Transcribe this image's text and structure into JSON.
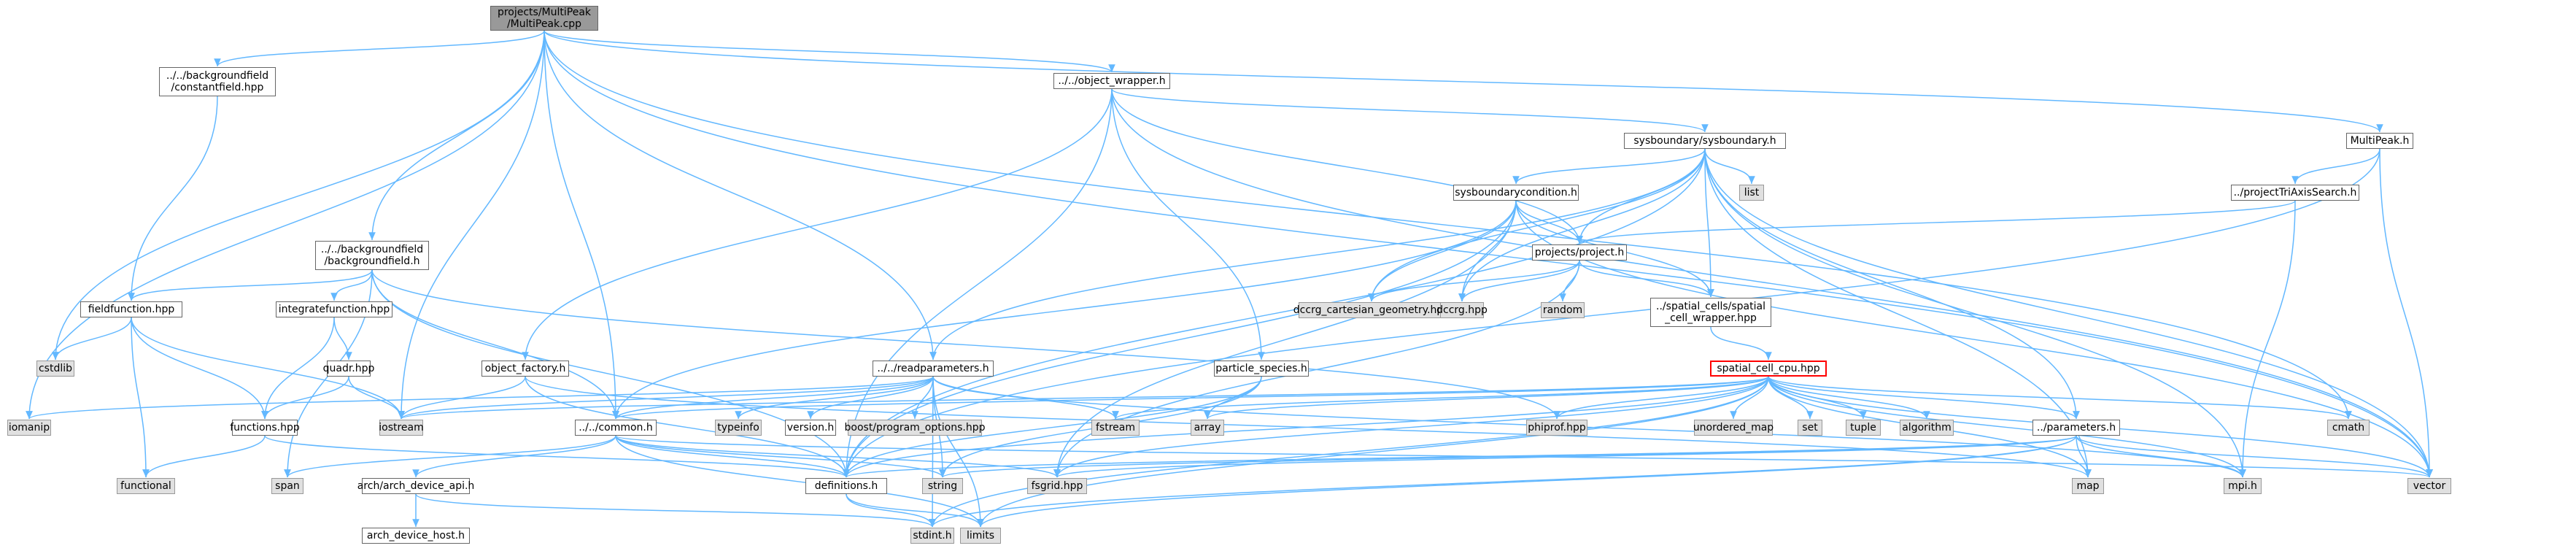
{
  "graph": {
    "nodes": [
      {
        "id": "root",
        "label": "projects/MultiPeak\n/MultiPeak.cpp",
        "style": "root"
      },
      {
        "id": "constantfield",
        "label": "../../backgroundfield\n/constantfield.hpp",
        "style": "normal"
      },
      {
        "id": "object_wrapper",
        "label": "../../object_wrapper.h",
        "style": "normal"
      },
      {
        "id": "multipeak_h",
        "label": "MultiPeak.h",
        "style": "normal"
      },
      {
        "id": "sysboundary",
        "label": "sysboundary/sysboundary.h",
        "style": "normal"
      },
      {
        "id": "list",
        "label": "list",
        "style": "sys"
      },
      {
        "id": "sysboundarycondition",
        "label": "sysboundarycondition.h",
        "style": "normal"
      },
      {
        "id": "projecttriaxis",
        "label": "../projectTriAxisSearch.h",
        "style": "normal"
      },
      {
        "id": "backgroundfield",
        "label": "../../backgroundfield\n/backgroundfield.h",
        "style": "normal"
      },
      {
        "id": "project_h",
        "label": "projects/project.h",
        "style": "normal"
      },
      {
        "id": "fieldfunction",
        "label": "fieldfunction.hpp",
        "style": "normal"
      },
      {
        "id": "integratefunction",
        "label": "integratefunction.hpp",
        "style": "normal"
      },
      {
        "id": "dccrg_cart",
        "label": "dccrg_cartesian_geometry.hpp",
        "style": "sys"
      },
      {
        "id": "dccrg",
        "label": "dccrg.hpp",
        "style": "sys"
      },
      {
        "id": "random",
        "label": "random",
        "style": "sys"
      },
      {
        "id": "spatial_wrapper",
        "label": "../spatial_cells/spatial\n_cell_wrapper.hpp",
        "style": "normal"
      },
      {
        "id": "cstdlib",
        "label": "cstdlib",
        "style": "sys"
      },
      {
        "id": "quadr",
        "label": "quadr.hpp",
        "style": "normal"
      },
      {
        "id": "object_factory",
        "label": "object_factory.h",
        "style": "normal"
      },
      {
        "id": "readparameters",
        "label": "../../readparameters.h",
        "style": "normal"
      },
      {
        "id": "particle_species",
        "label": "particle_species.h",
        "style": "normal"
      },
      {
        "id": "spatial_cell_cpu",
        "label": "spatial_cell_cpu.hpp",
        "style": "red"
      },
      {
        "id": "iomanip",
        "label": "iomanip",
        "style": "sys"
      },
      {
        "id": "functions",
        "label": "functions.hpp",
        "style": "normal"
      },
      {
        "id": "iostream",
        "label": "iostream",
        "style": "sys"
      },
      {
        "id": "common",
        "label": "../../common.h",
        "style": "normal"
      },
      {
        "id": "typeinfo",
        "label": "typeinfo",
        "style": "sys"
      },
      {
        "id": "version",
        "label": "version.h",
        "style": "normal"
      },
      {
        "id": "boost_po",
        "label": "boost/program_options.hpp",
        "style": "sys"
      },
      {
        "id": "fstream",
        "label": "fstream",
        "style": "sys"
      },
      {
        "id": "array",
        "label": "array",
        "style": "sys"
      },
      {
        "id": "phiprof",
        "label": "phiprof.hpp",
        "style": "sys"
      },
      {
        "id": "unordered_map",
        "label": "unordered_map",
        "style": "sys"
      },
      {
        "id": "set",
        "label": "set",
        "style": "sys"
      },
      {
        "id": "tuple",
        "label": "tuple",
        "style": "sys"
      },
      {
        "id": "algorithm",
        "label": "algorithm",
        "style": "sys"
      },
      {
        "id": "parameters",
        "label": "../parameters.h",
        "style": "normal"
      },
      {
        "id": "cmath",
        "label": "cmath",
        "style": "sys"
      },
      {
        "id": "functional",
        "label": "functional",
        "style": "sys"
      },
      {
        "id": "span",
        "label": "span",
        "style": "sys"
      },
      {
        "id": "arch_device_api",
        "label": "arch/arch_device_api.h",
        "style": "normal"
      },
      {
        "id": "definitions",
        "label": "definitions.h",
        "style": "normal"
      },
      {
        "id": "string",
        "label": "string",
        "style": "sys"
      },
      {
        "id": "fsgrid",
        "label": "fsgrid.hpp",
        "style": "sys"
      },
      {
        "id": "map",
        "label": "map",
        "style": "sys"
      },
      {
        "id": "mpi",
        "label": "mpi.h",
        "style": "sys"
      },
      {
        "id": "vector",
        "label": "vector",
        "style": "sys"
      },
      {
        "id": "arch_device_host",
        "label": "arch_device_host.h",
        "style": "normal"
      },
      {
        "id": "stdint",
        "label": "stdint.h",
        "style": "sys"
      },
      {
        "id": "limits",
        "label": "limits",
        "style": "sys"
      }
    ],
    "edges": [
      [
        "root",
        "constantfield"
      ],
      [
        "root",
        "object_wrapper"
      ],
      [
        "root",
        "multipeak_h"
      ],
      [
        "root",
        "backgroundfield"
      ],
      [
        "root",
        "cstdlib"
      ],
      [
        "root",
        "iomanip"
      ],
      [
        "root",
        "iostream"
      ],
      [
        "root",
        "common"
      ],
      [
        "root",
        "readparameters"
      ],
      [
        "root",
        "cmath"
      ],
      [
        "root",
        "vector"
      ],
      [
        "constantfield",
        "fieldfunction"
      ],
      [
        "object_wrapper",
        "sysboundary"
      ],
      [
        "object_wrapper",
        "object_factory"
      ],
      [
        "object_wrapper",
        "particle_species"
      ],
      [
        "object_wrapper",
        "definitions"
      ],
      [
        "object_wrapper",
        "project_h"
      ],
      [
        "object_wrapper",
        "vector"
      ],
      [
        "multipeak_h",
        "projecttriaxis"
      ],
      [
        "multipeak_h",
        "definitions"
      ],
      [
        "multipeak_h",
        "vector"
      ],
      [
        "sysboundary",
        "list"
      ],
      [
        "sysboundary",
        "sysboundarycondition"
      ],
      [
        "sysboundary",
        "project_h"
      ],
      [
        "sysboundary",
        "spatial_wrapper"
      ],
      [
        "sysboundary",
        "dccrg_cart"
      ],
      [
        "sysboundary",
        "dccrg"
      ],
      [
        "sysboundary",
        "readparameters"
      ],
      [
        "sysboundary",
        "definitions"
      ],
      [
        "sysboundary",
        "parameters"
      ],
      [
        "sysboundary",
        "vector"
      ],
      [
        "sysboundary",
        "map"
      ],
      [
        "sysboundary",
        "mpi"
      ],
      [
        "sysboundarycondition",
        "dccrg_cart"
      ],
      [
        "sysboundarycondition",
        "dccrg"
      ],
      [
        "sysboundarycondition",
        "project_h"
      ],
      [
        "sysboundarycondition",
        "spatial_wrapper"
      ],
      [
        "sysboundarycondition",
        "common"
      ],
      [
        "sysboundarycondition",
        "definitions"
      ],
      [
        "sysboundarycondition",
        "fsgrid"
      ],
      [
        "sysboundarycondition",
        "vector"
      ],
      [
        "projecttriaxis",
        "project_h"
      ],
      [
        "projecttriaxis",
        "mpi"
      ],
      [
        "backgroundfield",
        "fieldfunction"
      ],
      [
        "backgroundfield",
        "integratefunction"
      ],
      [
        "backgroundfield",
        "common"
      ],
      [
        "backgroundfield",
        "definitions"
      ],
      [
        "backgroundfield",
        "phiprof"
      ],
      [
        "backgroundfield",
        "span"
      ],
      [
        "project_h",
        "dccrg_cart"
      ],
      [
        "project_h",
        "dccrg"
      ],
      [
        "project_h",
        "random"
      ],
      [
        "project_h",
        "spatial_wrapper"
      ],
      [
        "project_h",
        "fsgrid"
      ],
      [
        "fieldfunction",
        "cstdlib"
      ],
      [
        "fieldfunction",
        "functional"
      ],
      [
        "fieldfunction",
        "functions"
      ],
      [
        "fieldfunction",
        "iostream"
      ],
      [
        "integratefunction",
        "functions"
      ],
      [
        "integratefunction",
        "quadr"
      ],
      [
        "spatial_wrapper",
        "spatial_cell_cpu"
      ],
      [
        "quadr",
        "functions"
      ],
      [
        "quadr",
        "iostream"
      ],
      [
        "object_factory",
        "iostream"
      ],
      [
        "object_factory",
        "definitions"
      ],
      [
        "object_factory",
        "map"
      ],
      [
        "readparameters",
        "iostream"
      ],
      [
        "readparameters",
        "common"
      ],
      [
        "readparameters",
        "typeinfo"
      ],
      [
        "readparameters",
        "version"
      ],
      [
        "readparameters",
        "boost_po"
      ],
      [
        "readparameters",
        "fstream"
      ],
      [
        "readparameters",
        "iomanip"
      ],
      [
        "readparameters",
        "limits"
      ],
      [
        "readparameters",
        "stdint"
      ],
      [
        "readparameters",
        "string"
      ],
      [
        "readparameters",
        "mpi"
      ],
      [
        "particle_species",
        "array"
      ],
      [
        "particle_species",
        "string"
      ],
      [
        "particle_species",
        "definitions"
      ],
      [
        "spatial_cell_cpu",
        "iostream"
      ],
      [
        "spatial_cell_cpu",
        "common"
      ],
      [
        "spatial_cell_cpu",
        "fstream"
      ],
      [
        "spatial_cell_cpu",
        "array"
      ],
      [
        "spatial_cell_cpu",
        "phiprof"
      ],
      [
        "spatial_cell_cpu",
        "unordered_map"
      ],
      [
        "spatial_cell_cpu",
        "set"
      ],
      [
        "spatial_cell_cpu",
        "tuple"
      ],
      [
        "spatial_cell_cpu",
        "algorithm"
      ],
      [
        "spatial_cell_cpu",
        "parameters"
      ],
      [
        "spatial_cell_cpu",
        "cmath"
      ],
      [
        "spatial_cell_cpu",
        "vector"
      ],
      [
        "spatial_cell_cpu",
        "definitions"
      ],
      [
        "spatial_cell_cpu",
        "fsgrid"
      ],
      [
        "spatial_cell_cpu",
        "map"
      ],
      [
        "spatial_cell_cpu",
        "mpi"
      ],
      [
        "spatial_cell_cpu",
        "limits"
      ],
      [
        "spatial_cell_cpu",
        "stdint"
      ],
      [
        "functions",
        "functional"
      ],
      [
        "functions",
        "definitions"
      ],
      [
        "common",
        "span"
      ],
      [
        "common",
        "arch_device_api"
      ],
      [
        "common",
        "definitions"
      ],
      [
        "common",
        "string"
      ],
      [
        "common",
        "fsgrid"
      ],
      [
        "common",
        "limits"
      ],
      [
        "common",
        "vector"
      ],
      [
        "parameters",
        "definitions"
      ],
      [
        "parameters",
        "string"
      ],
      [
        "parameters",
        "fsgrid"
      ],
      [
        "parameters",
        "map"
      ],
      [
        "parameters",
        "mpi"
      ],
      [
        "parameters",
        "vector"
      ],
      [
        "parameters",
        "limits"
      ],
      [
        "parameters",
        "stdint"
      ],
      [
        "arch_device_api",
        "arch_device_host"
      ],
      [
        "arch_device_api",
        "stdint"
      ],
      [
        "definitions",
        "stdint"
      ],
      [
        "definitions",
        "limits"
      ]
    ]
  }
}
